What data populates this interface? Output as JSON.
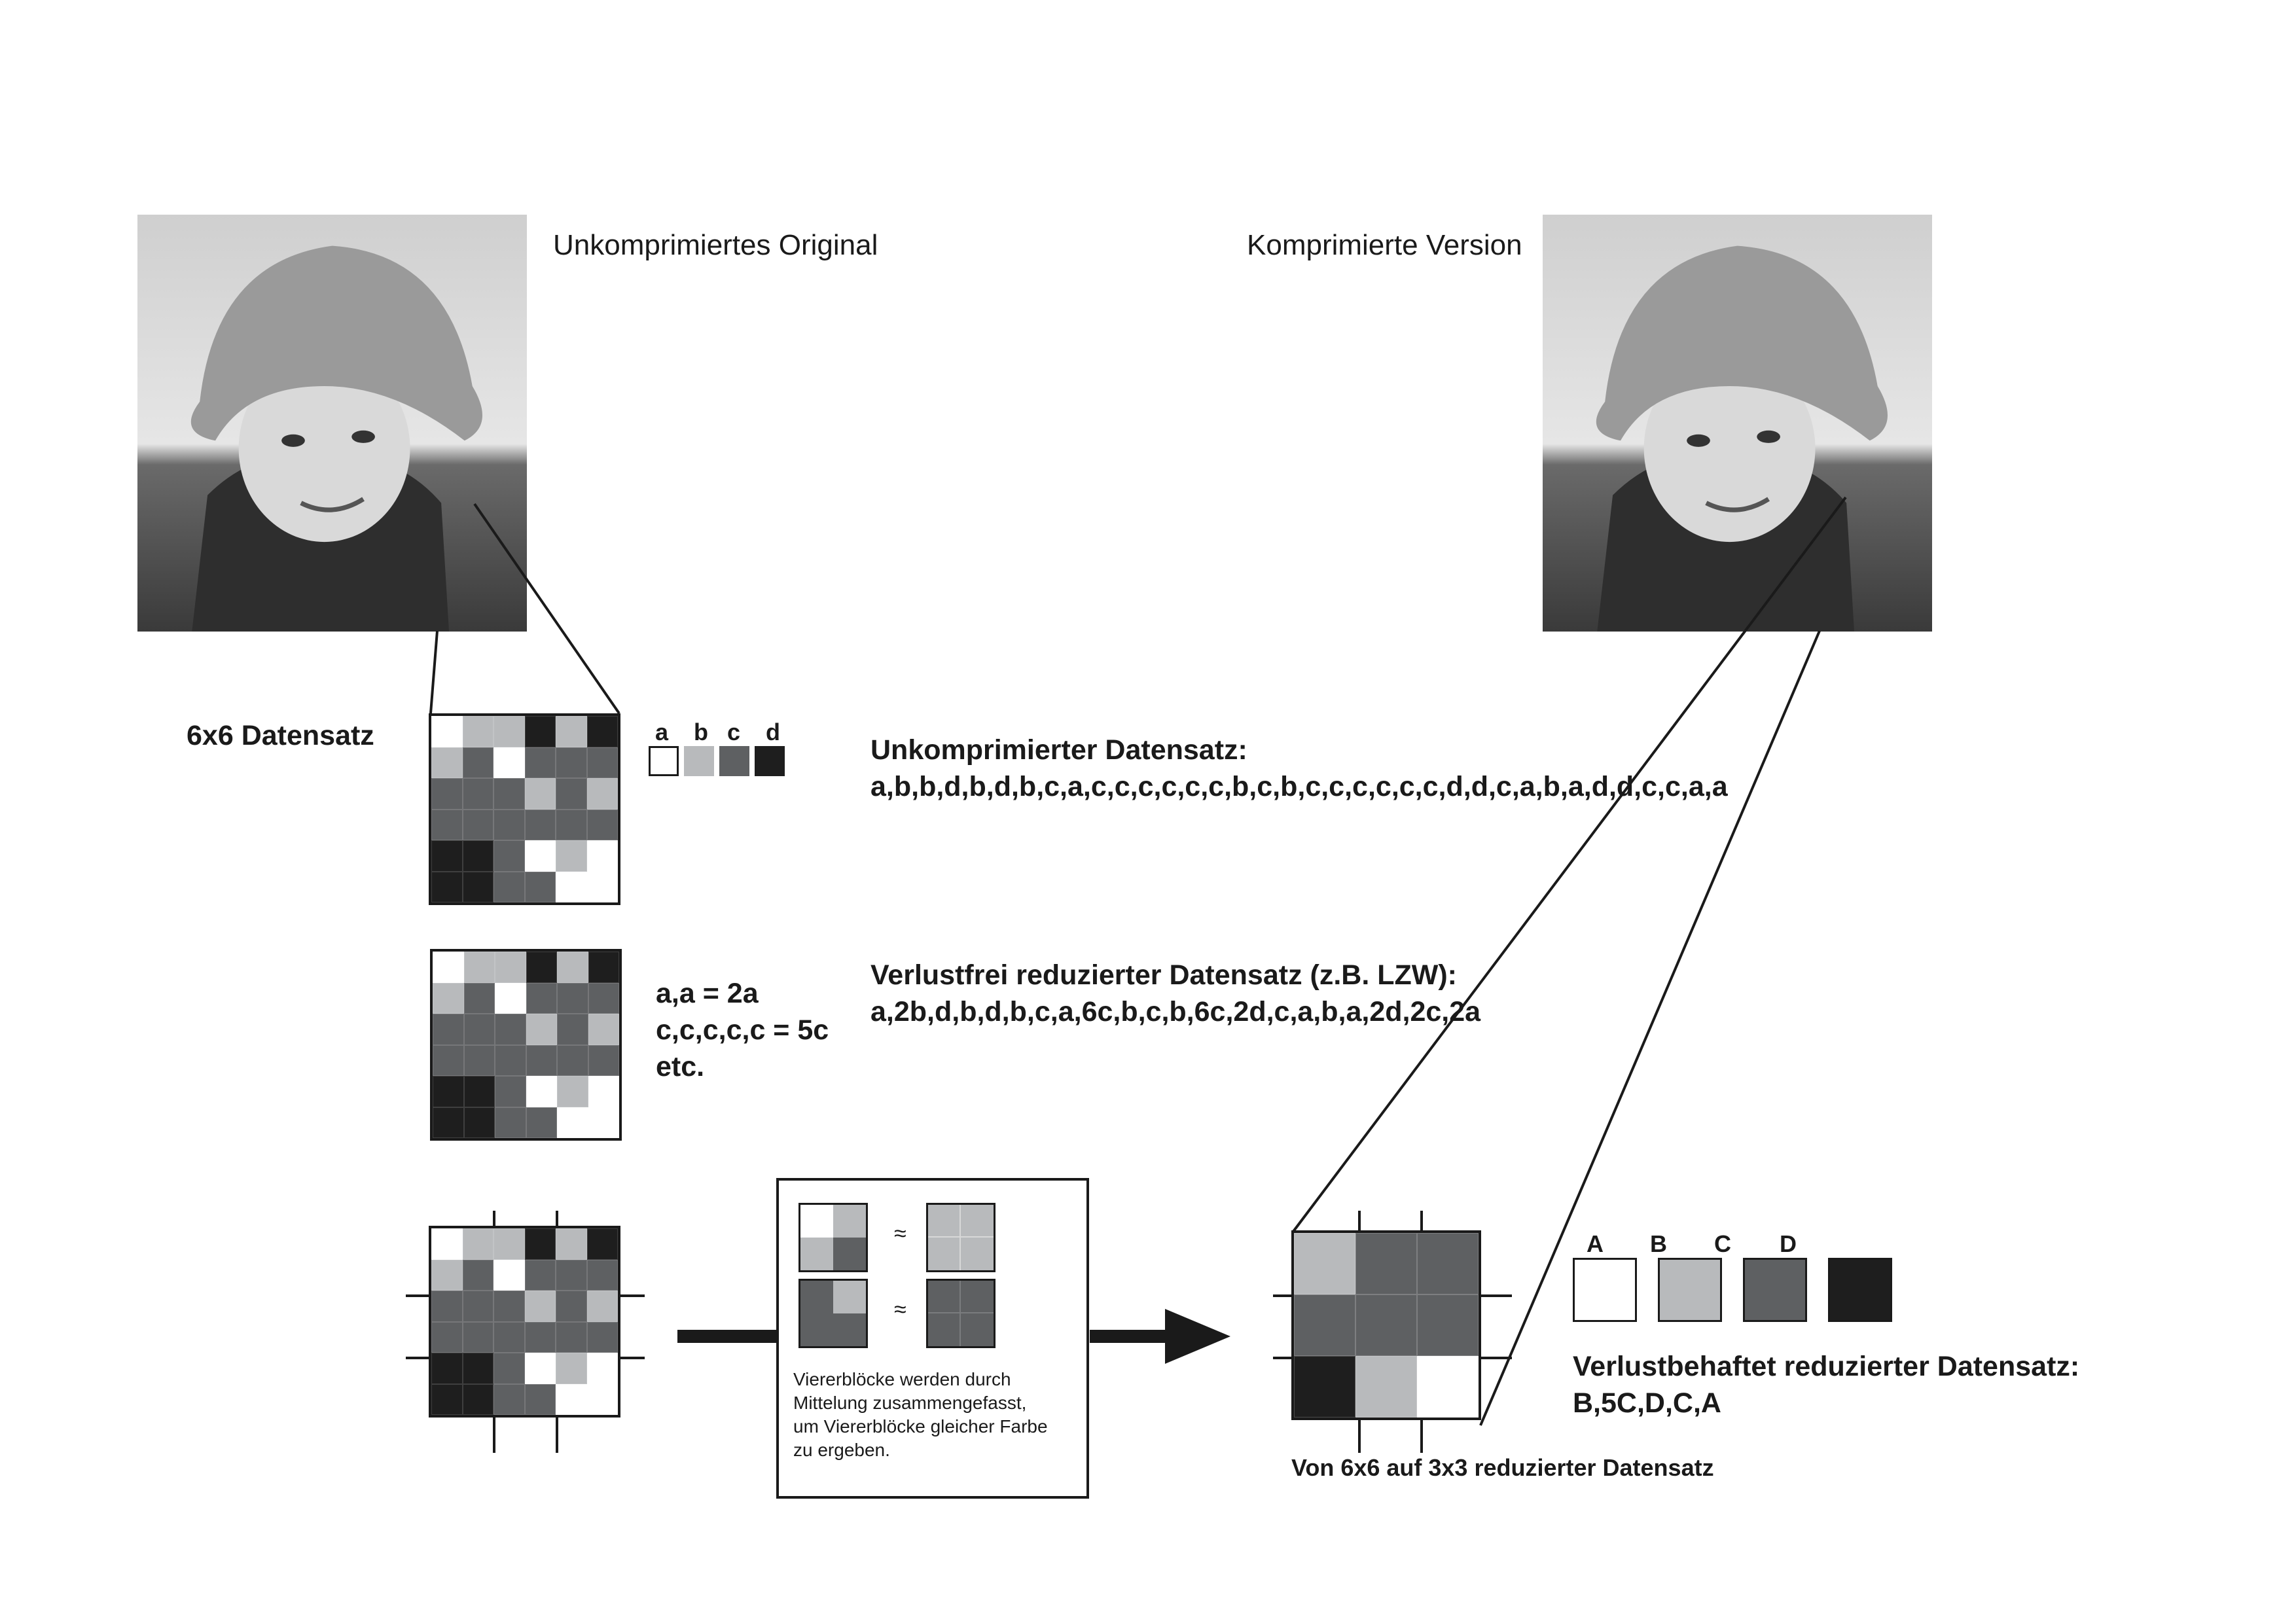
{
  "labels": {
    "original_title": "Unkomprimiertes Original",
    "compressed_title": "Komprimierte Version",
    "dataset_6x6": "6x6 Datensatz",
    "reduced_3x3": "Von 6x6 auf 3x3 reduzierter Datensatz"
  },
  "legend_lower": [
    "a",
    "b",
    "c",
    "d"
  ],
  "legend_upper": [
    "A",
    "B",
    "C",
    "D"
  ],
  "colors": {
    "a": "#ffffff",
    "b": "#b8babc",
    "c": "#5e6062",
    "d": "#1e1e1e",
    "line": "#1a1a1a"
  },
  "uncompressed": {
    "heading": "Unkomprimierter Datensatz:",
    "data": "a,b,b,d,b,d,b,c,a,c,c,c,c,c,c,b,c,b,c,c,c,c,c,c,d,d,c,a,b,a,d,d,c,c,a,a"
  },
  "lossless": {
    "heading": "Verlustfrei reduzierter Datensatz (z.B. LZW):",
    "data": "a,2b,d,b,d,b,c,a,6c,b,c,b,6c,2d,c,a,b,a,2d,2c,2a"
  },
  "rle_examples": [
    "a,a = 2a",
    "c,c,c,c,c = 5c",
    "etc."
  ],
  "averaging_box": {
    "approx_symbol": "≈",
    "text": "Viererblöcke werden durch\nMittelung zusammengefasst,\num Viererblöcke gleicher Farbe\nzu ergeben."
  },
  "lossy": {
    "heading": "Verlustbehaftet reduzierter Datensatz:",
    "data": "B,5C,D,C,A"
  },
  "grid_6x6": [
    [
      "a",
      "b",
      "b",
      "d",
      "b",
      "d"
    ],
    [
      "b",
      "c",
      "a",
      "c",
      "c",
      "c"
    ],
    [
      "c",
      "c",
      "c",
      "b",
      "c",
      "b"
    ],
    [
      "c",
      "c",
      "c",
      "c",
      "c",
      "c"
    ],
    [
      "d",
      "d",
      "c",
      "a",
      "b",
      "a"
    ],
    [
      "d",
      "d",
      "c",
      "c",
      "a",
      "a"
    ]
  ],
  "grid_3x3": [
    [
      "B",
      "C",
      "C"
    ],
    [
      "C",
      "C",
      "C"
    ],
    [
      "D",
      "B",
      "A"
    ]
  ]
}
